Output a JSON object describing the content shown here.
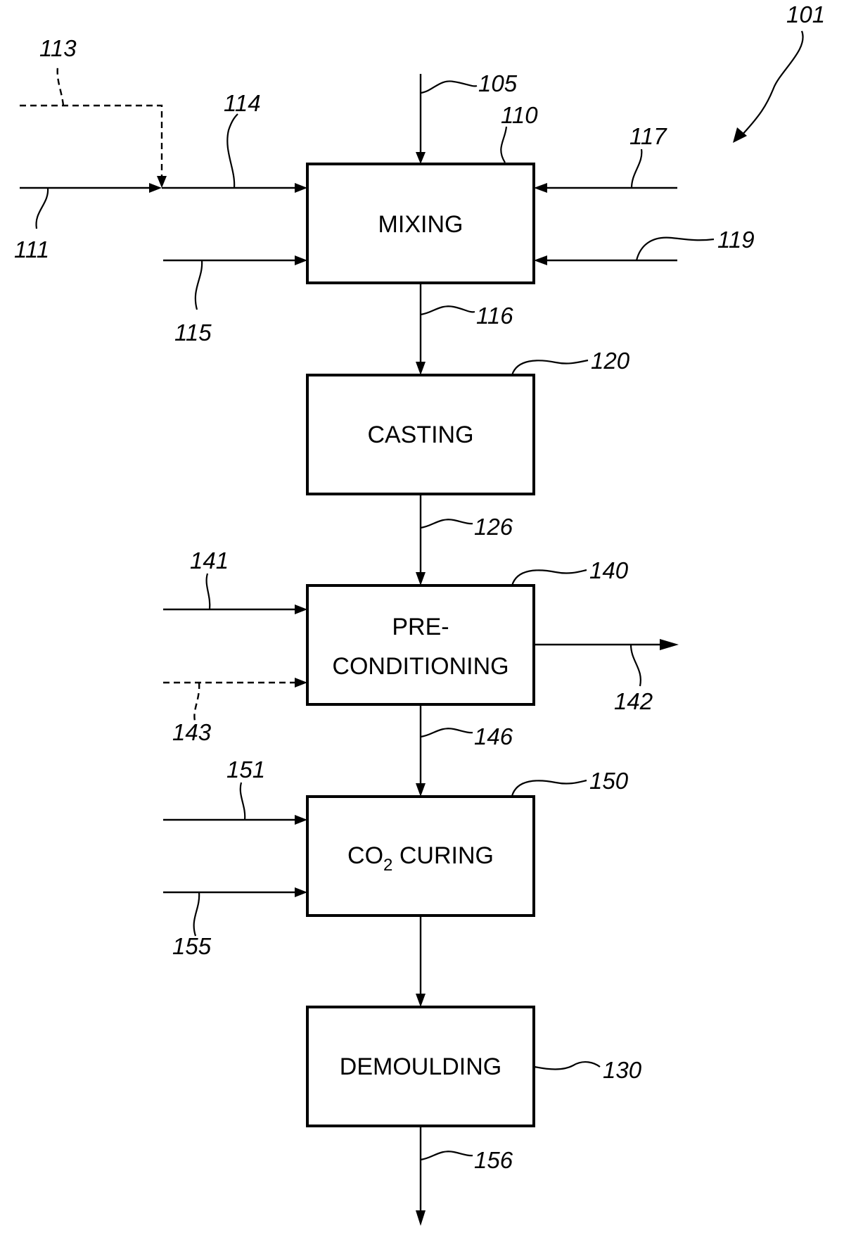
{
  "figure_number": "101",
  "steps": {
    "mixing": {
      "label": "MIXING",
      "ref": "110"
    },
    "casting": {
      "label": "CASTING",
      "ref": "120"
    },
    "preconditioning": {
      "label_line1": "PRE-",
      "label_line2": "CONDITIONING",
      "ref": "140"
    },
    "curing": {
      "label_prefix": "CO",
      "label_subscript": "2",
      "label_suffix": " CURING",
      "ref": "150"
    },
    "demoulding": {
      "label": "DEMOULDING",
      "ref": "130"
    }
  },
  "streams": {
    "s105": "105",
    "s111": "111",
    "s113": "113",
    "s114": "114",
    "s115": "115",
    "s116": "116",
    "s117": "117",
    "s119": "119",
    "s126": "126",
    "s141": "141",
    "s142": "142",
    "s143": "143",
    "s146": "146",
    "s151": "151",
    "s155": "155",
    "s156": "156"
  }
}
